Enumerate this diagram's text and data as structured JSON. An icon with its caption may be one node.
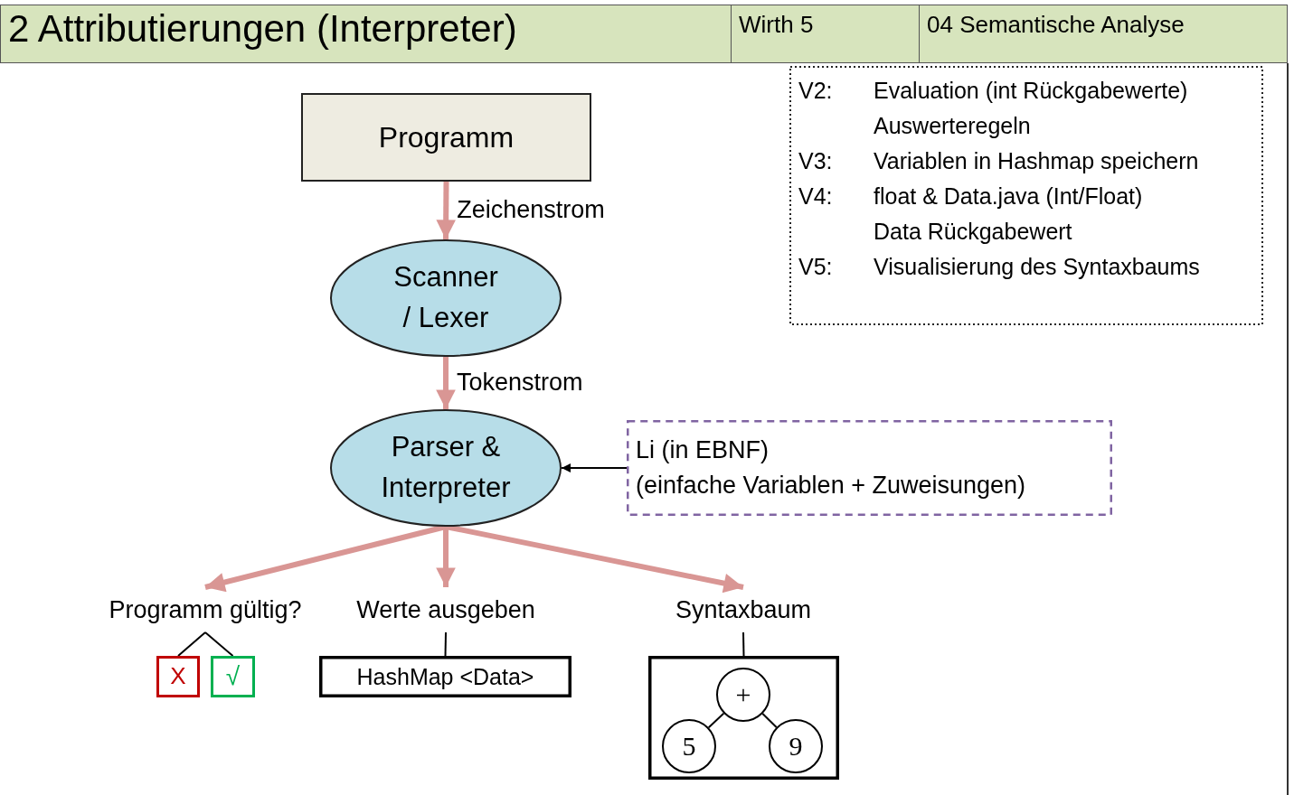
{
  "diagram": {
    "title": "2 Attributierungen (Interpreter)",
    "nodes": [
      {
        "text": [
          "Programm"
        ]
      },
      {
        "text": [
          "Scanner / Lexer"
        ]
      },
      {
        "text": [
          "Parser & Interpreter"
        ]
      },
      {
        "text": [
          "Li (in EBNF)",
          "(einfache Variablen + Zuweisungen)"
        ]
      },
      {
        "text": [
          "Programm gültig?"
        ]
      },
      {
        "text": [
          "Werte ausgeben"
        ]
      },
      {
        "text": [
          "Syntaxbaum"
        ]
      },
      {
        "text": [
          "X"
        ]
      },
      {
        "text": [
          "√"
        ]
      },
      {
        "text": [
          "HashMap <Data>"
        ]
      },
      {
        "text": [],
        "shape": "box"
      },
      {
        "text": [
          "+"
        ],
        "in": 10
      },
      {
        "text": [
          "5"
        ],
        "in": 10
      },
      {
        "text": [
          "9"
        ],
        "in": 10
      },
      {
        "text": [
          "V2:",
          "Evaluation (int Rückgabewerte)",
          "Auswerteregeln",
          "V3:",
          "Variablen in Hashmap speichern",
          "V4:",
          "float & Data.java (Int/Float)",
          "Data Rückgabewert",
          "V5:",
          "Visualisierung des Syntaxbaums"
        ]
      }
    ],
    "edges": [
      {
        "from": 0,
        "to": 1,
        "arrow": "to",
        "label": "Zeichenstrom",
        "style": "thick",
        "color": "#d99694"
      },
      {
        "from": 1,
        "to": 2,
        "arrow": "to",
        "label": "Tokenstrom",
        "style": "thick",
        "color": "#d99694"
      },
      {
        "from": 2,
        "to": 4,
        "arrow": "to",
        "style": "thick",
        "color": "#d99694"
      },
      {
        "from": 2,
        "to": 5,
        "arrow": "to",
        "style": "thick",
        "color": "#d99694"
      },
      {
        "from": 2,
        "to": 6,
        "arrow": "to",
        "style": "thick",
        "color": "#d99694"
      },
      {
        "from": 3,
        "to": 2,
        "arrow": "to"
      },
      {
        "from": 4,
        "to": 7,
        "arrow": "none"
      },
      {
        "from": 4,
        "to": 8,
        "arrow": "none"
      },
      {
        "from": 5,
        "to": 9,
        "arrow": "none"
      },
      {
        "from": 6,
        "to": 10,
        "arrow": "none"
      },
      {
        "from": 11,
        "to": 12,
        "arrow": "none"
      },
      {
        "from": 11,
        "to": 13,
        "arrow": "none"
      }
    ],
    "labels": [
      "Wirth 5",
      "04 Semantische Analyse"
    ]
  }
}
